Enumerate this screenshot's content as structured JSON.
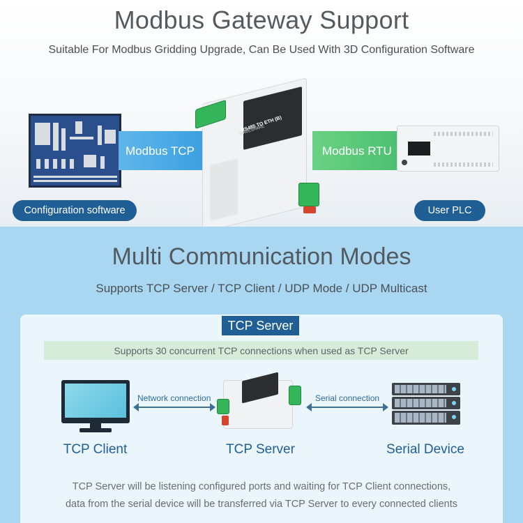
{
  "section1": {
    "title": "Modbus Gateway Support",
    "subtitle": "Suitable For Modbus Gridding Upgrade, Can Be Used With 3D Configuration Software",
    "left_band": "Modbus TCP",
    "right_band": "Modbus RTU",
    "left_pill": "Configuration software",
    "right_pill": "User PLC",
    "device_model": "RS485 TO ETH (B)",
    "device_brand": "WAVESHARE"
  },
  "section2": {
    "title": "Multi Communication Modes",
    "subtitle": "Supports TCP Server / TCP Client / UDP Mode / UDP Multicast",
    "mode_title": "TCP Server",
    "mode_bar": "Supports 30 concurrent TCP connections when used as TCP Server",
    "network_connection": "Network connection",
    "serial_connection": "Serial connection",
    "labels": [
      "TCP Client",
      "TCP Server",
      "Serial Device"
    ],
    "description_line1": "TCP Server will be listening configured ports and waiting for TCP Client connections,",
    "description_line2": "data from the serial device will be transferred via TCP Server to every connected clients"
  },
  "colors": {
    "pill_blue": "#1f5f95",
    "tcp_band": "#3c9fe0",
    "rtu_band": "#4dbf70",
    "bottom_bg": "#a9d7f2",
    "label_blue": "#1f5f95"
  },
  "icons": [
    "scada-screen-image",
    "gateway-device-image",
    "plc-image",
    "monitor-icon",
    "server-rack-icon",
    "double-arrow-icon"
  ]
}
